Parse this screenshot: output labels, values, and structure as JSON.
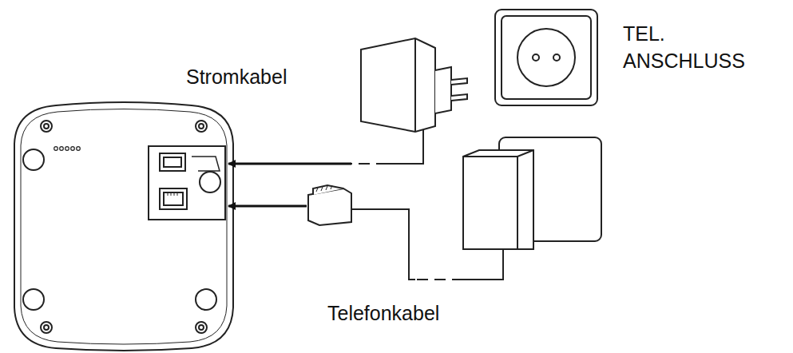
{
  "diagram": {
    "labels": [
      "Stromkabel",
      "TEL. ANSCHLUSS",
      "Telefonkabel"
    ]
  }
}
